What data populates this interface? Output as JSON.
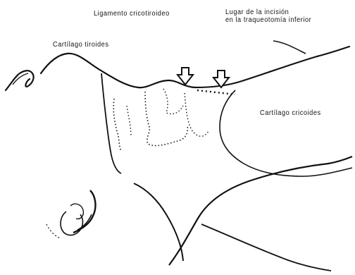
{
  "labels": {
    "cricothyroid_ligament": "Ligamento cricotiroideo",
    "incision_site_line1": "Lugar de la incisión",
    "incision_site_line2": "en la traqueotomía inferior",
    "thyroid_cartilage": "Cartílago tiroides",
    "cricoid_cartilage": "Cartílago cricoides"
  },
  "colors": {
    "ink": "#111111",
    "paper": "#ffffff"
  }
}
